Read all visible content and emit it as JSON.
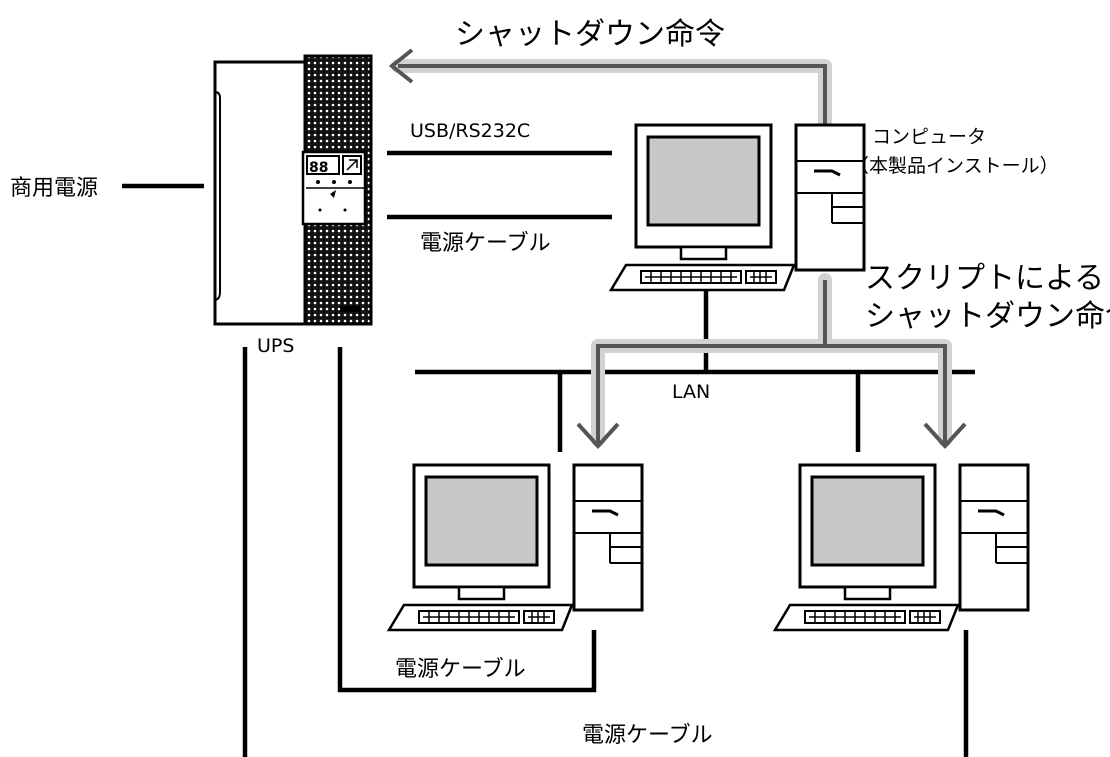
{
  "labels": {
    "shutdown_command": "シャットダウン命令",
    "usb_rs232c": "USB/RS232C",
    "power_cable_top": "電源ケーブル",
    "computer_line1": "コンピュータ",
    "computer_line2": "（本製品インストール）",
    "commercial_power": "商用電源",
    "ups": "UPS",
    "script_line1": "スクリプトによる",
    "script_line2": "シャットダウン命令",
    "lan": "LAN",
    "power_cable_middle": "電源ケーブル",
    "power_cable_bottom": "電源ケーブル"
  },
  "colors": {
    "line": "#000000",
    "arrow": "#555555",
    "screen": "#c8c8c8"
  },
  "icons": {
    "ups_device": "ups-tower-icon",
    "computer": "desktop-computer-icon"
  }
}
